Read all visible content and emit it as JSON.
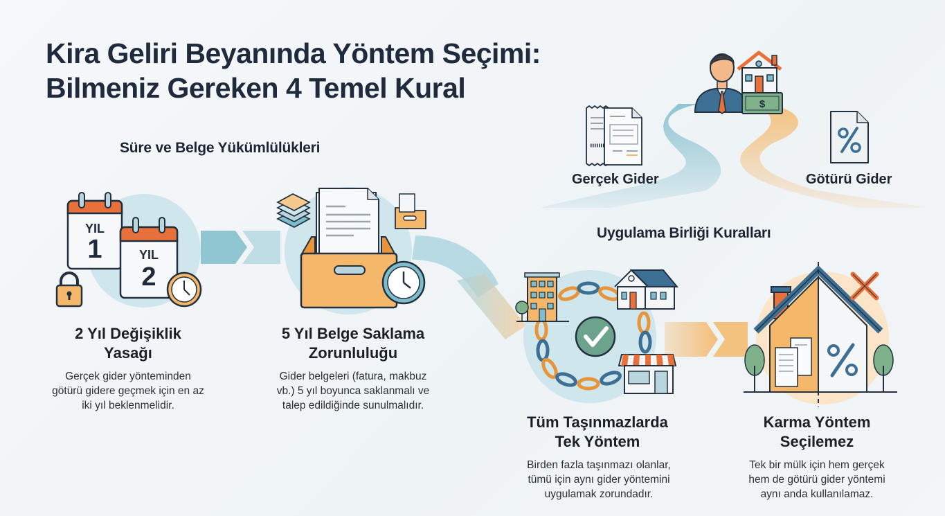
{
  "header": {
    "title_line1": "Kira Geliri Beyanında Yöntem Seçimi:",
    "title_line2": "Bilmeniz Gereken 4 Temel Kural"
  },
  "method_choice": {
    "options": [
      {
        "label": "Gerçek Gider",
        "icon": "receipt-documents-icon",
        "color": "#7fbccb"
      },
      {
        "label": "Götürü Gider",
        "icon": "percent-document-icon",
        "color": "#f5b86a"
      }
    ],
    "center_icon": "landlord-house-money-icon"
  },
  "sections": [
    {
      "title": "Süre ve Belge Yükümlülükleri",
      "cards": [
        {
          "title_line1": "2 Yıl Değişiklik",
          "title_line2": "Yasağı",
          "desc": [
            "Gerçek gider yönteminden",
            "götürü gidere geçmek için en az",
            "iki yıl beklenmelidir."
          ],
          "icon": "calendar-lock-clock-icon",
          "calendar_labels": {
            "year_word": "YIL",
            "first": "1",
            "second": "2"
          }
        },
        {
          "title_line1": "5 Yıl Belge Saklama",
          "title_line2": "Zorunluluğu",
          "desc": [
            "Gider belgeleri (fatura, makbuz",
            "vb.) 5 yıl boyunca saklanmalı ve",
            "talep edildiğinde sunulmalıdır."
          ],
          "icon": "archive-box-clock-icon"
        }
      ]
    },
    {
      "title": "Uygulama Birliği Kuralları",
      "cards": [
        {
          "title_line1": "Tüm Taşınmazlarda",
          "title_line2": "Tek Yöntem",
          "desc": [
            "Birden fazla taşınmazı olanlar,",
            "tümü için aynı gider yöntemini",
            "uygulamak zorundadır."
          ],
          "icon": "chained-properties-check-icon"
        },
        {
          "title_line1": "Karma Yöntem",
          "title_line2": "Seçilemez",
          "desc": [
            "Tek bir mülk için hem gerçek",
            "hem de götürü gider yöntemi",
            "aynı anda kullanılamaz."
          ],
          "icon": "split-house-cross-icon"
        }
      ]
    }
  ],
  "colors": {
    "title": "#1f2a3c",
    "teal": "#7fbccb",
    "teal_light": "#cfe6ec",
    "orange": "#f5b86a",
    "orange_dark": "#e8703a",
    "outline": "#22303f"
  }
}
